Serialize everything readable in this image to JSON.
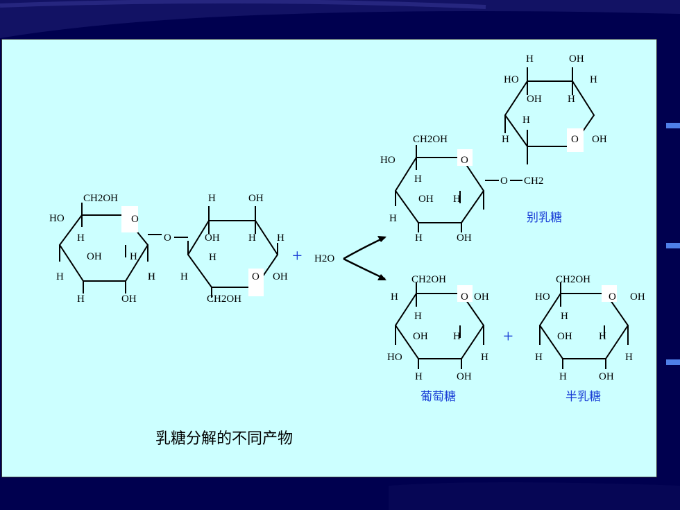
{
  "colors": {
    "background": "#00004f",
    "panel": "#ccffff",
    "label_blue": "#1a3fd6",
    "plus_blue": "#1a3fd6"
  },
  "lactose": {
    "glc_ring": {
      "ch2oh": "CH2OH",
      "ring_o": "O",
      "ho": "HO",
      "h_c5": "H",
      "oh_c3": "OH",
      "h_c2": "H",
      "h_c4a": "H",
      "h_c4b": "H",
      "oh_bottom": "OH",
      "bridge_o": "O"
    },
    "gal_ring": {
      "h_top": "H",
      "oh_top": "OH",
      "oh_c4": "OH",
      "h_c3": "H",
      "h_c1": "H",
      "h_c2": "H",
      "h_left1": "H",
      "h_left2": "H",
      "ring_o": "O",
      "oh_c1": "OH",
      "ch2oh": "CH2OH"
    }
  },
  "reaction": {
    "plus": "+",
    "water": "H2O"
  },
  "allolactose": {
    "label": "别乳糖",
    "top_ring": {
      "h_top": "H",
      "oh_top": "OH",
      "ho": "HO",
      "h_right": "H",
      "oh_inner": "OH",
      "h_inner": "H",
      "h_mid": "H",
      "h_left": "H",
      "ring_o": "O",
      "oh_right": "OH"
    },
    "ch2": "CH2",
    "bridge_o": "O",
    "bottom_ring": {
      "ch2oh": "CH2OH",
      "ho": "HO",
      "ring_o": "O",
      "h_c5": "H",
      "oh_c3": "OH",
      "h_c2": "H",
      "h_left": "H",
      "h_bottom": "H",
      "oh_bottom": "OH"
    }
  },
  "glucose": {
    "label": "葡萄糖",
    "ch2oh": "CH2OH",
    "h_left": "H",
    "ring_o": "O",
    "oh_c1": "OH",
    "h_c5": "H",
    "oh_c3": "OH",
    "h_c2": "H",
    "ho": "HO",
    "h_right": "H",
    "h_bottom": "H",
    "oh_bottom": "OH"
  },
  "galactose": {
    "label": "半乳糖",
    "ch2oh": "CH2OH",
    "ho": "HO",
    "ring_o": "O",
    "oh_c1": "OH",
    "h_c5": "H",
    "oh_c3": "OH",
    "h_c2": "H",
    "h_left": "H",
    "h_right": "H",
    "h_bottom": "H",
    "oh_bottom": "OH"
  },
  "plus2": "+",
  "caption": "乳糖分解的不同产物"
}
